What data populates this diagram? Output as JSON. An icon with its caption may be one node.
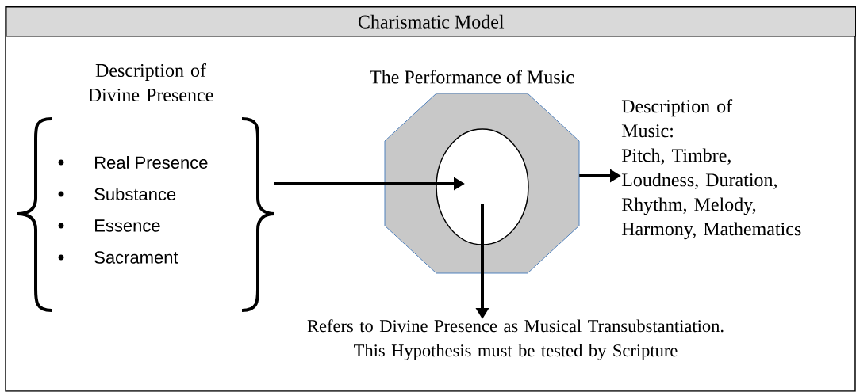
{
  "diagram": {
    "title": "Charismatic Model",
    "nodes": [
      {
        "text": [
          "Description of Divine Presence",
          "Real Presence",
          "Substance",
          "Essence",
          "Sacrament"
        ]
      },
      {
        "text": [
          "The Performance of Music"
        ]
      },
      {
        "text": [],
        "shape": "circle",
        "in": 1
      },
      {
        "text": [
          "Description of Music:",
          "Pitch, Timbre, Loudness, Duration, Rhythm, Melody, Harmony, Mathematics"
        ]
      },
      {
        "text": [
          "Refers to Divine Presence as Musical Transubstantiation. This Hypothesis must be tested by Scripture"
        ]
      }
    ],
    "edges": [
      {
        "from": 0,
        "to": 2,
        "arrow": "to"
      },
      {
        "from": 1,
        "to": 3,
        "arrow": "to"
      },
      {
        "from": 2,
        "to": 4,
        "arrow": "to"
      }
    ]
  }
}
